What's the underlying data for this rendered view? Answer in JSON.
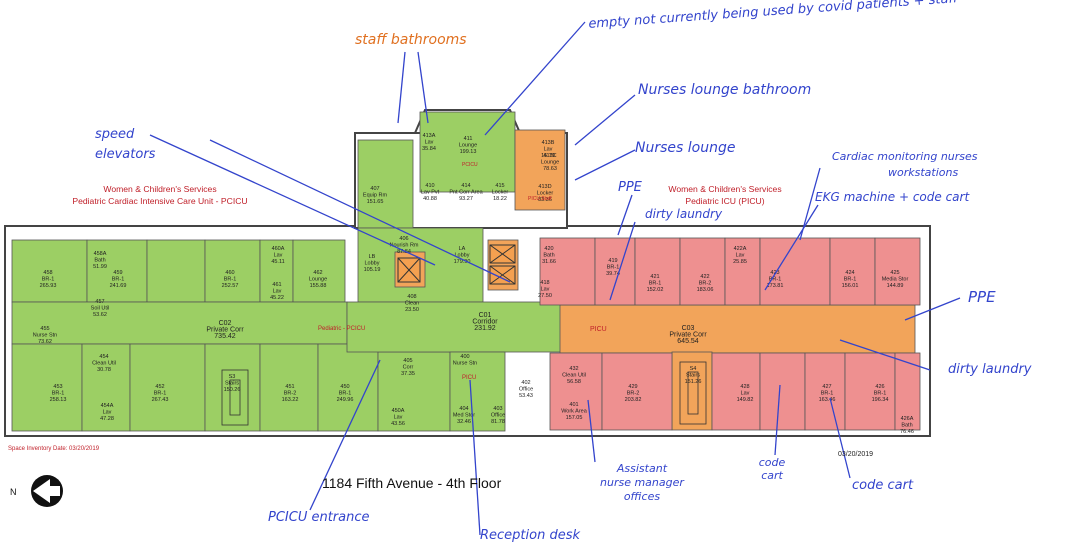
{
  "titles": {
    "left_l1": "Women & Children's Services",
    "left_l2": "Pediatric Cardiac Intensive Care Unit - PCICU",
    "right_l1": "Women & Children's Services",
    "right_l2": "Pediatric ICU (PICU)"
  },
  "footer": {
    "inventory_date": "Space Inventory Date: 03/20/2019",
    "date_right": "03/20/2019",
    "floor_title": "1184 Fifth Avenue - 4th Floor",
    "north": "N"
  },
  "colors": {
    "pcicu_green": "#9ccf64",
    "picu_red": "#ee9090",
    "staff_orange": "#f2a45a",
    "wall": "#444444",
    "ink": "#3344cc"
  },
  "rooms": [
    {
      "id": "458A",
      "label": "458A",
      "name": "Bath",
      "area": "51.99"
    },
    {
      "id": "458",
      "label": "458",
      "name": "BR-1",
      "area": "265.93"
    },
    {
      "id": "459",
      "label": "459",
      "name": "BR-1",
      "area": "241.69"
    },
    {
      "id": "460",
      "label": "460",
      "name": "BR-1",
      "area": "252.57"
    },
    {
      "id": "460A",
      "label": "460A",
      "name": "Lav",
      "area": "45.11"
    },
    {
      "id": "461",
      "label": "461",
      "name": "Lav",
      "area": "45.22"
    },
    {
      "id": "462",
      "label": "462",
      "name": "Lounge",
      "area": "155.88"
    },
    {
      "id": "457",
      "label": "457",
      "name": "Soil Util",
      "area": "53.62"
    },
    {
      "id": "407",
      "label": "407",
      "name": "Equip Rm",
      "area": "151.65"
    },
    {
      "id": "411",
      "label": "411",
      "name": "Lounge",
      "area": "199.13"
    },
    {
      "id": "413A",
      "label": "413A",
      "name": "Lav",
      "area": "35.84"
    },
    {
      "id": "410",
      "label": "410",
      "name": "Lav Pvt",
      "area": "40.88"
    },
    {
      "id": "414",
      "label": "414",
      "name": "Pnt Corr Area",
      "area": "93.27"
    },
    {
      "id": "415",
      "label": "415",
      "name": "Locker",
      "area": "18.22"
    },
    {
      "id": "406",
      "label": "406",
      "name": "Nourish Rm",
      "area": "87.84"
    },
    {
      "id": "C02",
      "label": "C02",
      "name": "Private Corr",
      "area": "735.42"
    },
    {
      "id": "LA",
      "label": "LA",
      "name": "Lobby",
      "area": "179.90"
    },
    {
      "id": "LB",
      "label": "LB",
      "name": "Lobby",
      "area": "105.19"
    },
    {
      "id": "408",
      "label": "408",
      "name": "Clean",
      "area": "23.50"
    },
    {
      "id": "C01",
      "label": "C01",
      "name": "Corridor",
      "area": "231.92"
    },
    {
      "id": "455",
      "label": "455",
      "name": "Nurse Stn",
      "area": "73.62"
    },
    {
      "id": "454",
      "label": "454",
      "name": "Clean Util",
      "area": "30.78"
    },
    {
      "id": "453",
      "label": "453",
      "name": "BR-1",
      "area": "258.13"
    },
    {
      "id": "452",
      "label": "452",
      "name": "BR-1",
      "area": "267.43"
    },
    {
      "id": "454A",
      "label": "454A",
      "name": "Lav",
      "area": "47.28"
    },
    {
      "id": "S3",
      "label": "S3",
      "name": "Stairs",
      "area": "150.26"
    },
    {
      "id": "451",
      "label": "451",
      "name": "BR-2",
      "area": "163.22"
    },
    {
      "id": "450",
      "label": "450",
      "name": "BR-1",
      "area": "249.96"
    },
    {
      "id": "450A",
      "label": "450A",
      "name": "Lav",
      "area": "43.56"
    },
    {
      "id": "405",
      "label": "405",
      "name": "Corr",
      "area": "37.35"
    },
    {
      "id": "400",
      "label": "400",
      "name": "Nurse Stn",
      "area": ""
    },
    {
      "id": "404",
      "label": "404",
      "name": "Med Stor",
      "area": "32.46"
    },
    {
      "id": "403",
      "label": "403",
      "name": "Office",
      "area": "81.78"
    },
    {
      "id": "402",
      "label": "402",
      "name": "Office",
      "area": "53.43"
    },
    {
      "id": "432",
      "label": "432",
      "name": "Clean Util",
      "area": "56.58"
    },
    {
      "id": "401",
      "label": "401",
      "name": "Work Area",
      "area": "157.05"
    },
    {
      "id": "413B",
      "label": "413B",
      "name": "Lav",
      "area": "15.79"
    },
    {
      "id": "413C",
      "label": "413C",
      "name": "Lounge",
      "area": "78.63"
    },
    {
      "id": "413D",
      "label": "413D",
      "name": "Locker",
      "area": "83.36"
    },
    {
      "id": "420",
      "label": "420",
      "name": "Bath",
      "area": "31.66"
    },
    {
      "id": "418",
      "label": "418",
      "name": "Lav",
      "area": "27.50"
    },
    {
      "id": "419",
      "label": "419",
      "name": "BR-1",
      "area": "39.74"
    },
    {
      "id": "421",
      "label": "421",
      "name": "BR-1",
      "area": "152.02"
    },
    {
      "id": "422",
      "label": "422",
      "name": "BR-2",
      "area": "183.06"
    },
    {
      "id": "422A",
      "label": "422A",
      "name": "Lav",
      "area": "25.85"
    },
    {
      "id": "423",
      "label": "423",
      "name": "BR-1",
      "area": "173.81"
    },
    {
      "id": "424",
      "label": "424",
      "name": "BR-1",
      "area": "156.01"
    },
    {
      "id": "425",
      "label": "425",
      "name": "Media Stor",
      "area": "144.89"
    },
    {
      "id": "C03",
      "label": "C03",
      "name": "Private Corr",
      "area": "645.54"
    },
    {
      "id": "429",
      "label": "429",
      "name": "BR-2",
      "area": "203.82"
    },
    {
      "id": "S4",
      "label": "S4",
      "name": "Stairs",
      "area": "151.26"
    },
    {
      "id": "428",
      "label": "428",
      "name": "Lav",
      "area": "149.82"
    },
    {
      "id": "427",
      "label": "427",
      "name": "BR-1",
      "area": "163.46"
    },
    {
      "id": "426",
      "label": "426",
      "name": "BR-1",
      "area": "196.34"
    },
    {
      "id": "426A",
      "label": "426A",
      "name": "Bath",
      "area": "76.46"
    }
  ],
  "zone_labels": {
    "pcicu": "Pediatric - PCICU",
    "picu": "PICU",
    "picu2": "PICU",
    "staff": "PICU Staff",
    "pcicu_corr": "PCICU"
  },
  "annotations": {
    "empty": "empty not currently being used by covid patients + staff",
    "staff_bath": "staff bathrooms",
    "nurse_bath": "Nurses lounge bathroom",
    "nurse_lounge": "Nurses lounge",
    "speed_elev": "speed elevators",
    "cardiac_l1": "Cardiac monitoring nurses",
    "cardiac_l2": "workstations",
    "ppe1": "PPE",
    "dirty1": "dirty laundry",
    "ekg": "EKG machine + code cart",
    "ppe2": "PPE",
    "dirty2": "dirty laundry",
    "code1_l1": "code",
    "code1_l2": "cart",
    "code2": "code cart",
    "asst_l1": "Assistant",
    "asst_l2": "nurse manager",
    "asst_l3": "offices",
    "pcicu_entr": "PCICU entrance",
    "reception": "Reception desk"
  }
}
